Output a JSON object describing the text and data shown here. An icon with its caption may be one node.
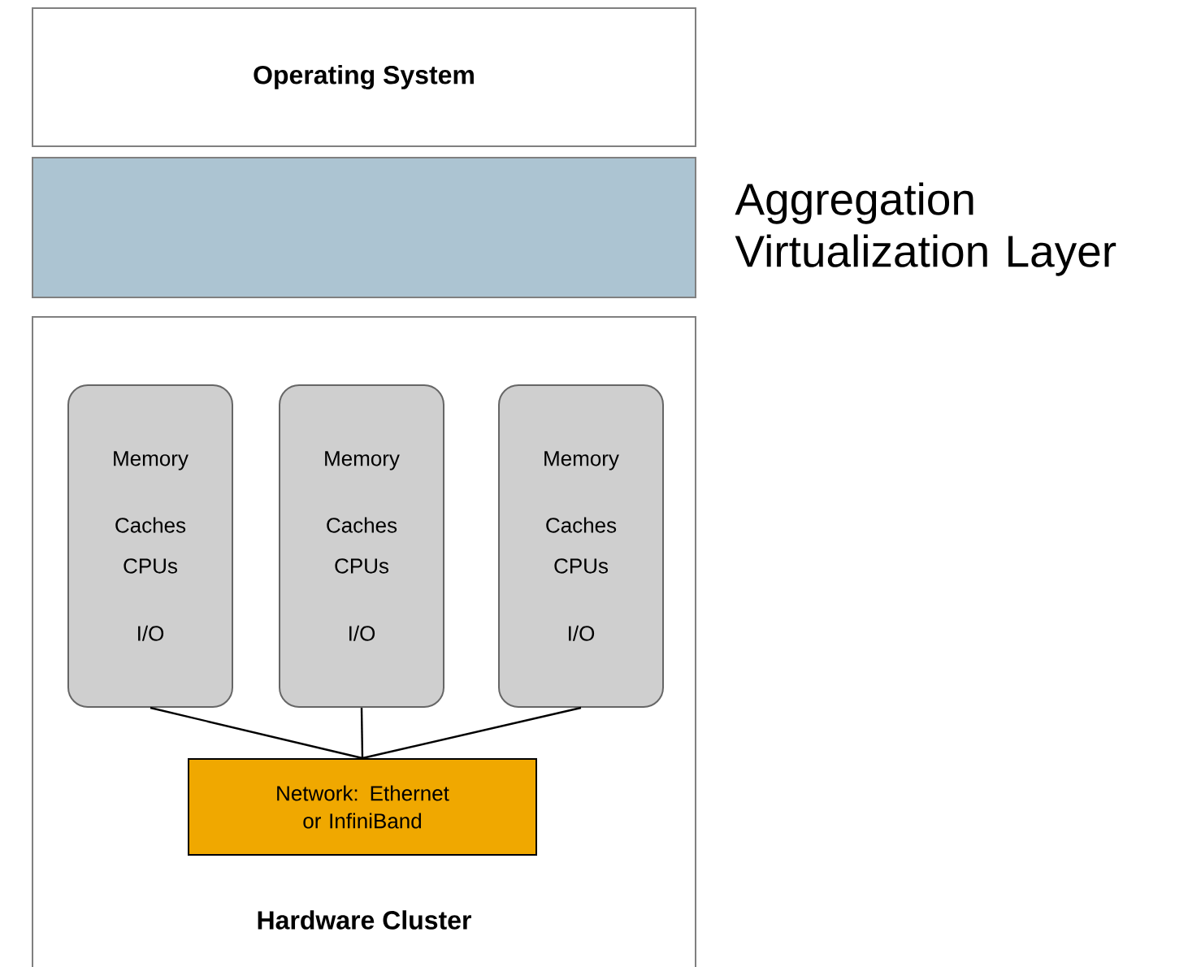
{
  "diagram": {
    "nodes": [
      {
        "text": [
          "Operating System"
        ]
      },
      {
        "text": [],
        "shape": "box",
        "beside": [
          "Aggregation Virtualization Layer"
        ]
      },
      {
        "text": [
          "Hardware Cluster"
        ]
      },
      {
        "text": [
          "Memory",
          "Caches CPUs",
          "I/O"
        ],
        "in": 2
      },
      {
        "text": [
          "Memory",
          "Caches CPUs",
          "I/O"
        ],
        "in": 2
      },
      {
        "text": [
          "Memory",
          "Caches CPUs",
          "I/O"
        ],
        "in": 2
      },
      {
        "text": [
          "Network: Ethernet or InfiniBand"
        ],
        "in": 2
      }
    ],
    "edges": [
      {
        "from": 3,
        "to": 6,
        "arrow": "none"
      },
      {
        "from": 4,
        "to": 6,
        "arrow": "none"
      },
      {
        "from": 5,
        "to": 6,
        "arrow": "none"
      }
    ]
  }
}
